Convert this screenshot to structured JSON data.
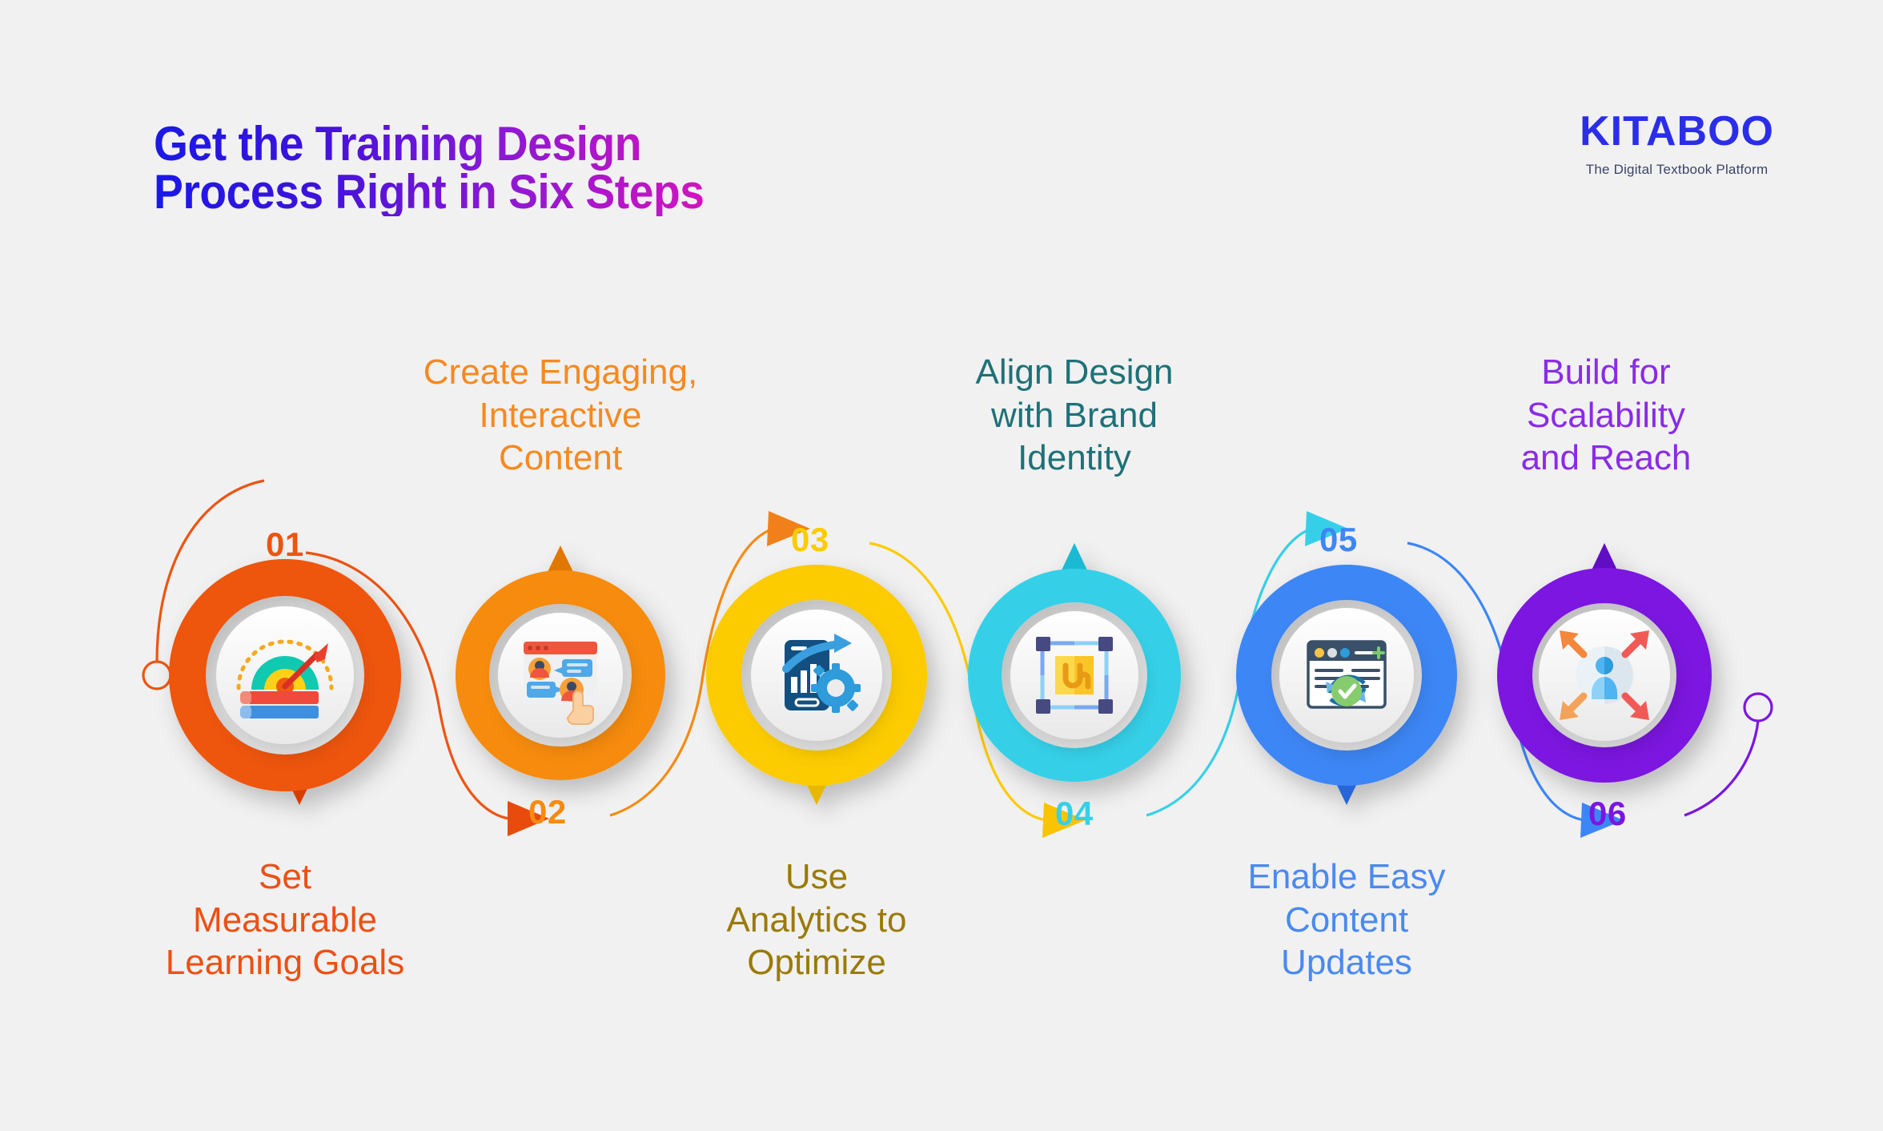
{
  "background_color": "#F1F1F1",
  "header": {
    "title": "Get the Training Design\nProcess Right in Six Steps",
    "title_gradient_from": "#1A19E6",
    "title_gradient_to": "#D313C0"
  },
  "logo": {
    "name": "KITABOO",
    "tagline": "The Digital Textbook Platform",
    "color": "#2B2EE8",
    "tagline_color": "#3B4469"
  },
  "steps": [
    {
      "number": "01",
      "caption": "Set\nMeasurable\nLearning Goals",
      "caption_position": "bottom",
      "ring_color": "#EE5410",
      "ring_color_dark": "#D83C06",
      "number_color": "#EE5410",
      "caption_color": "#EE4F12",
      "pointer": "bottom",
      "icon": "target-goal-books-icon"
    },
    {
      "number": "02",
      "caption": "Create Engaging,\nInteractive\nContent",
      "caption_position": "top",
      "ring_color": "#F68B11",
      "ring_color_dark": "#E07806",
      "number_color": "#F68B11",
      "caption_color": "#F6891F",
      "pointer": "top",
      "icon": "interactive-content-window-icon"
    },
    {
      "number": "03",
      "caption": "Use\nAnalytics to\nOptimize",
      "caption_position": "bottom",
      "ring_color": "#FCCB00",
      "ring_color_dark": "#E8B700",
      "number_color": "#FCCB00",
      "caption_color": "#9A7A06",
      "pointer": "bottom",
      "icon": "analytics-chart-gear-icon"
    },
    {
      "number": "04",
      "caption": "Align Design\nwith Brand\nIdentity",
      "caption_position": "top",
      "ring_color": "#35D0E8",
      "ring_color_dark": "#1FB9D2",
      "number_color": "#35D0E8",
      "caption_color": "#1E7178",
      "pointer": "top",
      "icon": "brand-identity-logo-icon"
    },
    {
      "number": "05",
      "caption": "Enable Easy\nContent\nUpdates",
      "caption_position": "bottom",
      "ring_color": "#3D86F5",
      "ring_color_dark": "#2566D8",
      "number_color": "#3D86F5",
      "caption_color": "#4A8AEE",
      "pointer": "bottom",
      "icon": "content-update-browser-icon"
    },
    {
      "number": "06",
      "caption": "Build for\nScalability\nand Reach",
      "caption_position": "top",
      "ring_color": "#7B16E0",
      "ring_color_dark": "#6109C4",
      "number_color": "#7B16E0",
      "caption_color": "#8A2BE8",
      "pointer": "top",
      "icon": "scalability-expand-person-icon"
    }
  ],
  "connectors": {
    "start_marker": "open-circle",
    "end_marker": "open-circle",
    "arrow_markers": [
      "02",
      "03",
      "04",
      "05",
      "06"
    ]
  }
}
